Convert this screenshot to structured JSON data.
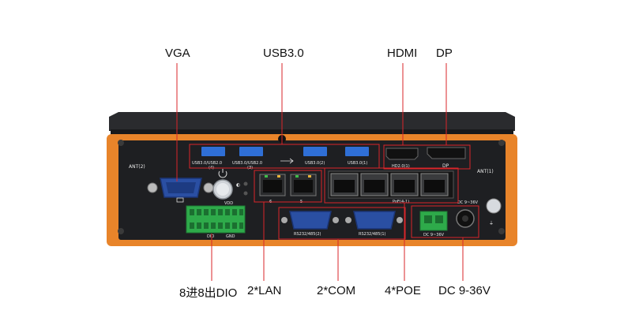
{
  "callouts": {
    "vga": "VGA",
    "usb": "USB3.0",
    "hdmi": "HDMI",
    "dp": "DP",
    "dio": "8进8出DIO",
    "lan": "2*LAN",
    "com": "2*COM",
    "poe": "4*POE",
    "dc": "DC 9-36V"
  },
  "panel": {
    "ant_left": "ANT(2)",
    "ant_right": "ANT(1)",
    "usb_label_1": "USB3.0/USB2.0",
    "usb_label_1_num": "(4)",
    "usb_label_2": "USB3.0/USB2.0",
    "usb_label_2_num": "(3)",
    "usb_label_3": "USB3.0(2)",
    "usb_label_4": "USB3.0(1)",
    "hdmi_label": "HD2.0(1)",
    "dp_label": "DP",
    "lan_label_1": "6",
    "lan_label_2": "5",
    "poe_label": "PoE(4-1)",
    "com_label_1": "RS232/485(2)",
    "com_label_2": "RS232/485(1)",
    "dc_label_top": "DC 9~36V",
    "dc_label_bottom": "DC 9~36V",
    "dio_label": "DIO",
    "gnd_label": "GND",
    "vdd_label": "VDD"
  },
  "colors": {
    "callout_line": "#d9262a",
    "chassis": "#1e1f22",
    "orange_frame": "#e8842a",
    "vga_blue": "#2a4fa3",
    "dio_green": "#2eaa4a",
    "usb_blue": "#2f6fd6"
  },
  "icons": [
    "power-icon",
    "led-icon",
    "monitor-icon",
    "ground-icon",
    "usb-icon"
  ]
}
